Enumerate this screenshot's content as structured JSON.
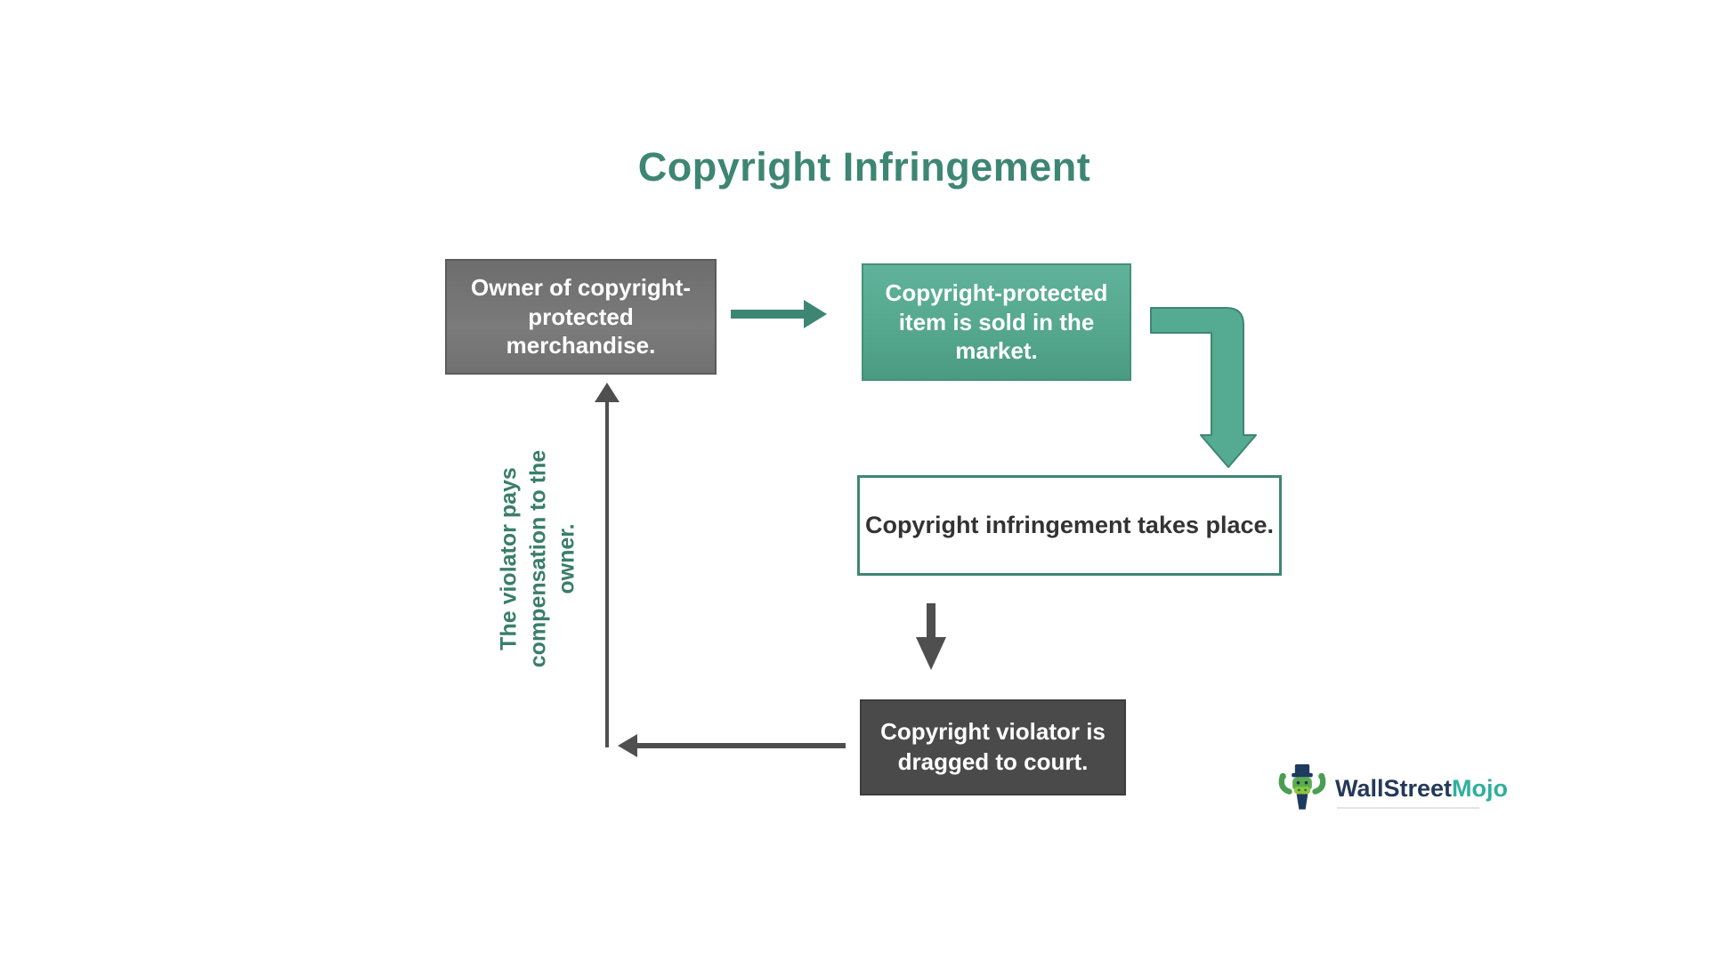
{
  "title": {
    "text": "Copyright Infringement"
  },
  "nodes": {
    "owner": {
      "text": "Owner of copyright-\nprotected\nmerchandise."
    },
    "sold": {
      "text": "Copyright-protected\nitem is sold in the\nmarket."
    },
    "infringement": {
      "text": "Copyright infringement takes place."
    },
    "court": {
      "text": "Copyright violator is\ndragged to court."
    }
  },
  "edges": {
    "compensation_label": "The violator pays\ncompensation to the\nowner."
  },
  "logo": {
    "brand_first": "WallStreet",
    "brand_second": "Mojo"
  },
  "colors": {
    "title_teal": "#3E8674",
    "box_sold_gradient_top": "#61B29A",
    "box_sold_gradient_bottom": "#4A9B81",
    "box_owner_gray": "#767676",
    "box_court_dark": "#4A4A4A",
    "infringement_border_teal": "#3E8674",
    "arrow_teal": "#3E8674",
    "elbow_arrow_fill": "#55AB92",
    "arrow_dark_gray": "#4F4F4F",
    "vertical_label_teal": "#3A7D6B",
    "logo_navy": "#24395A",
    "logo_teal": "#2FAF9E"
  }
}
